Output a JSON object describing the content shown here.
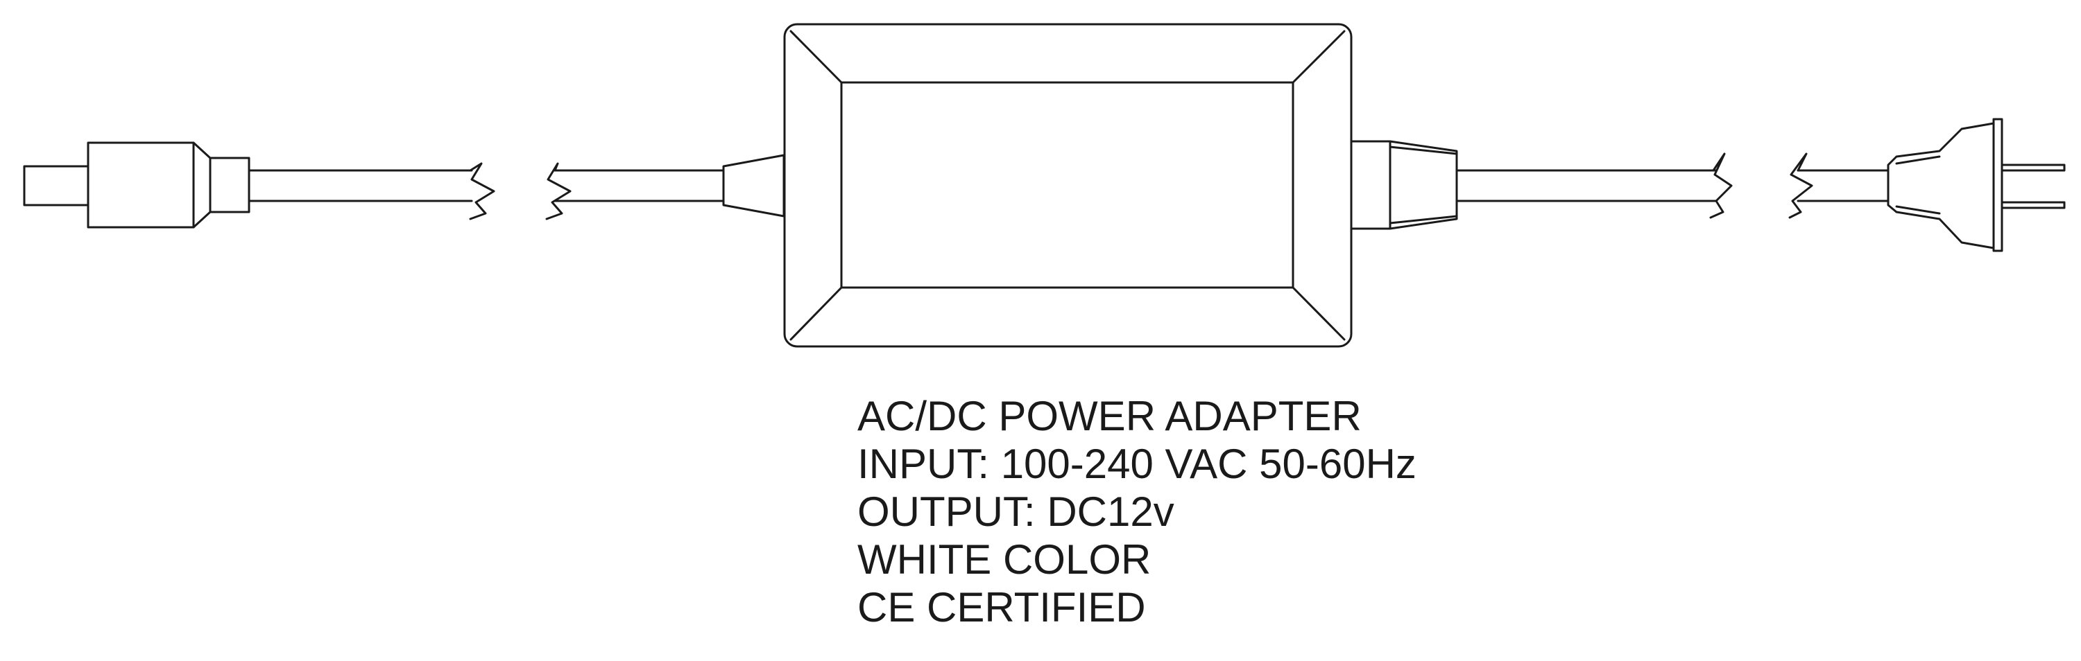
{
  "spec": {
    "line1": "AC/DC POWER ADAPTER",
    "line2": "INPUT: 100-240 VAC 50-60Hz",
    "line3": "OUTPUT: DC12v",
    "line4": "WHITE COLOR",
    "line5": "CE CERTIFIED"
  },
  "colors": {
    "line": "#1a1a1a",
    "background": "#ffffff"
  }
}
